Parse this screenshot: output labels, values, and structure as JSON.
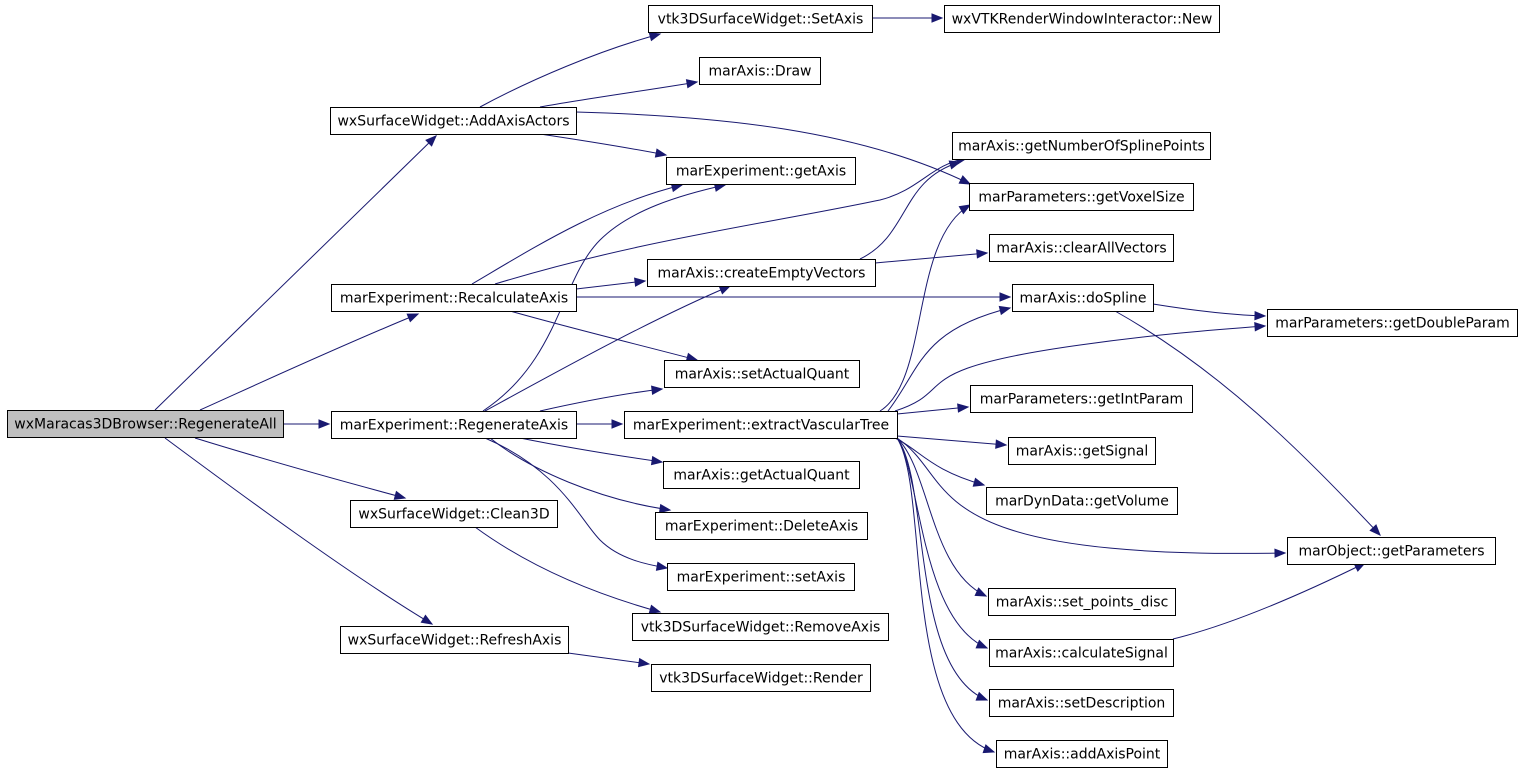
{
  "colors": {
    "edge": "#191970",
    "node_fill": "#ffffff",
    "root_fill": "#bfbfbf",
    "border": "#000000"
  },
  "graph": {
    "root": "wxMaracas3DBrowser::RegenerateAll",
    "nodes": [
      {
        "id": "root",
        "label": "wxMaracas3DBrowser::RegenerateAll"
      },
      {
        "id": "addAxisActors",
        "label": "wxSurfaceWidget::AddAxisActors"
      },
      {
        "id": "recalcAxis",
        "label": "marExperiment::RecalculateAxis"
      },
      {
        "id": "regenAxis",
        "label": "marExperiment::RegenerateAxis"
      },
      {
        "id": "clean3D",
        "label": "wxSurfaceWidget::Clean3D"
      },
      {
        "id": "refreshAxis",
        "label": "wxSurfaceWidget::RefreshAxis"
      },
      {
        "id": "setAxisVtk",
        "label": "vtk3DSurfaceWidget::SetAxis"
      },
      {
        "id": "axisDraw",
        "label": "marAxis::Draw"
      },
      {
        "id": "getAxis",
        "label": "marExperiment::getAxis"
      },
      {
        "id": "createEmpty",
        "label": "marAxis::createEmptyVectors"
      },
      {
        "id": "setActualQuant",
        "label": "marAxis::setActualQuant"
      },
      {
        "id": "extractVT",
        "label": "marExperiment::extractVascularTree"
      },
      {
        "id": "getActualQuant",
        "label": "marAxis::getActualQuant"
      },
      {
        "id": "deleteAxis",
        "label": "marExperiment::DeleteAxis"
      },
      {
        "id": "setAxisExp",
        "label": "marExperiment::setAxis"
      },
      {
        "id": "removeAxis",
        "label": "vtk3DSurfaceWidget::RemoveAxis"
      },
      {
        "id": "render",
        "label": "vtk3DSurfaceWidget::Render"
      },
      {
        "id": "rwiNew",
        "label": "wxVTKRenderWindowInteractor::New"
      },
      {
        "id": "getNumSpline",
        "label": "marAxis::getNumberOfSplinePoints"
      },
      {
        "id": "getVoxelSize",
        "label": "marParameters::getVoxelSize"
      },
      {
        "id": "clearAll",
        "label": "marAxis::clearAllVectors"
      },
      {
        "id": "doSpline",
        "label": "marAxis::doSpline"
      },
      {
        "id": "getIntParam",
        "label": "marParameters::getIntParam"
      },
      {
        "id": "getSignal",
        "label": "marAxis::getSignal"
      },
      {
        "id": "getVolume",
        "label": "marDynData::getVolume"
      },
      {
        "id": "setPointsDisc",
        "label": "marAxis::set_points_disc"
      },
      {
        "id": "calcSignal",
        "label": "marAxis::calculateSignal"
      },
      {
        "id": "setDescription",
        "label": "marAxis::setDescription"
      },
      {
        "id": "addAxisPoint",
        "label": "marAxis::addAxisPoint"
      },
      {
        "id": "getDoubleParam",
        "label": "marParameters::getDoubleParam"
      },
      {
        "id": "getParameters",
        "label": "marObject::getParameters"
      }
    ],
    "edges": [
      {
        "from": "root",
        "to": "addAxisActors"
      },
      {
        "from": "root",
        "to": "recalcAxis"
      },
      {
        "from": "root",
        "to": "regenAxis"
      },
      {
        "from": "root",
        "to": "clean3D"
      },
      {
        "from": "root",
        "to": "refreshAxis"
      },
      {
        "from": "addAxisActors",
        "to": "setAxisVtk"
      },
      {
        "from": "addAxisActors",
        "to": "axisDraw"
      },
      {
        "from": "addAxisActors",
        "to": "getAxis"
      },
      {
        "from": "addAxisActors",
        "to": "getVoxelSize"
      },
      {
        "from": "setAxisVtk",
        "to": "rwiNew"
      },
      {
        "from": "recalcAxis",
        "to": "getAxis"
      },
      {
        "from": "recalcAxis",
        "to": "getNumSpline"
      },
      {
        "from": "recalcAxis",
        "to": "createEmpty"
      },
      {
        "from": "recalcAxis",
        "to": "doSpline"
      },
      {
        "from": "recalcAxis",
        "to": "setActualQuant"
      },
      {
        "from": "regenAxis",
        "to": "getAxis"
      },
      {
        "from": "regenAxis",
        "to": "createEmpty"
      },
      {
        "from": "regenAxis",
        "to": "setActualQuant"
      },
      {
        "from": "regenAxis",
        "to": "extractVT"
      },
      {
        "from": "regenAxis",
        "to": "getActualQuant"
      },
      {
        "from": "regenAxis",
        "to": "deleteAxis"
      },
      {
        "from": "regenAxis",
        "to": "setAxisExp"
      },
      {
        "from": "createEmpty",
        "to": "getNumSpline"
      },
      {
        "from": "createEmpty",
        "to": "clearAll"
      },
      {
        "from": "doSpline",
        "to": "getDoubleParam"
      },
      {
        "from": "doSpline",
        "to": "getParameters"
      },
      {
        "from": "extractVT",
        "to": "getVoxelSize"
      },
      {
        "from": "extractVT",
        "to": "doSpline"
      },
      {
        "from": "extractVT",
        "to": "getDoubleParam"
      },
      {
        "from": "extractVT",
        "to": "getIntParam"
      },
      {
        "from": "extractVT",
        "to": "getSignal"
      },
      {
        "from": "extractVT",
        "to": "getVolume"
      },
      {
        "from": "extractVT",
        "to": "getParameters"
      },
      {
        "from": "extractVT",
        "to": "setPointsDisc"
      },
      {
        "from": "extractVT",
        "to": "calcSignal"
      },
      {
        "from": "extractVT",
        "to": "setDescription"
      },
      {
        "from": "extractVT",
        "to": "addAxisPoint"
      },
      {
        "from": "calcSignal",
        "to": "getParameters"
      },
      {
        "from": "clean3D",
        "to": "removeAxis"
      },
      {
        "from": "refreshAxis",
        "to": "render"
      }
    ]
  }
}
